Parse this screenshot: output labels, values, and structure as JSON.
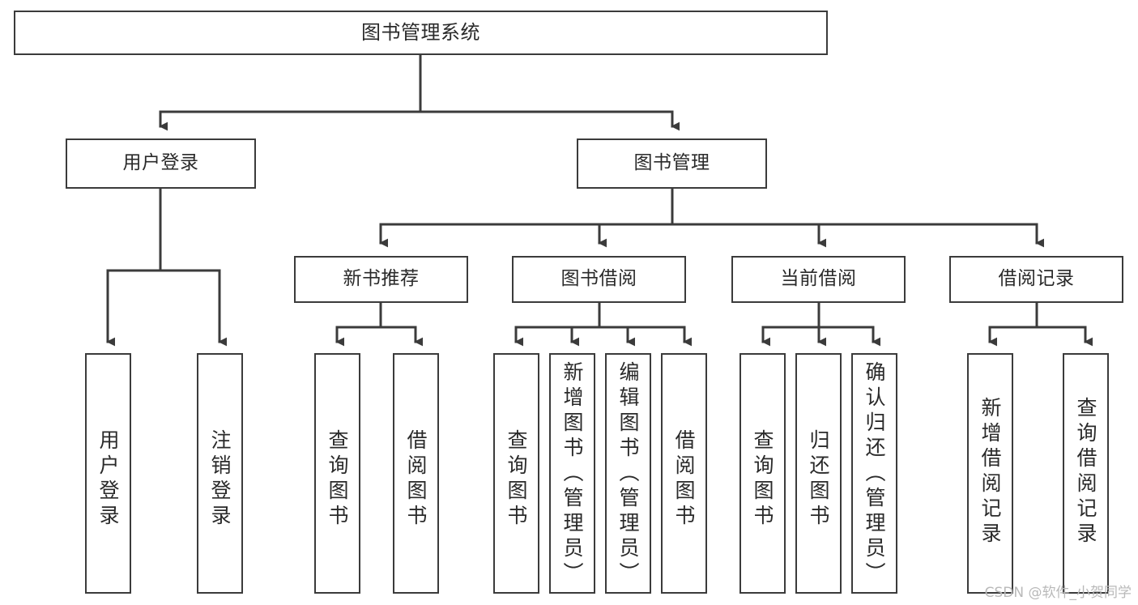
{
  "diagram": {
    "type": "tree",
    "title": "图书管理系统",
    "orientation": "top-down",
    "edge_style": "orthogonal-elbow-with-arrowheads",
    "colors": {
      "box_border": "#3b3b3b",
      "box_fill": "#ffffff",
      "edge": "#3b3b3b",
      "text": "#2a2a2a",
      "watermark": "#b9b9b9",
      "background": "#ffffff"
    }
  },
  "watermark": {
    "text": "CSDN @软件_小贺同学"
  },
  "nodes": {
    "root": {
      "label": "图书管理系统"
    },
    "level1": [
      {
        "id": "user-login",
        "label": "用户登录"
      },
      {
        "id": "book-manage",
        "label": "图书管理"
      }
    ],
    "level2": [
      {
        "id": "new-book-recommend",
        "label": "新书推荐"
      },
      {
        "id": "book-borrow",
        "label": "图书借阅"
      },
      {
        "id": "current-borrow",
        "label": "当前借阅"
      },
      {
        "id": "borrow-record",
        "label": "借阅记录"
      }
    ],
    "leaves": {
      "user-login": [
        {
          "id": "leaf-user-login",
          "label": "用户登录"
        },
        {
          "id": "leaf-logout-login",
          "label": "注销登录"
        }
      ],
      "new-book-recommend": [
        {
          "id": "leaf-query-book-1",
          "label": "查询图书"
        },
        {
          "id": "leaf-borrow-book-1",
          "label": "借阅图书"
        }
      ],
      "book-borrow": [
        {
          "id": "leaf-query-book-2",
          "label": "查询图书"
        },
        {
          "id": "leaf-add-book-admin",
          "label": "新增图书（管理员）"
        },
        {
          "id": "leaf-edit-book-admin",
          "label": "编辑图书（管理员）"
        },
        {
          "id": "leaf-borrow-book-2",
          "label": "借阅图书"
        }
      ],
      "current-borrow": [
        {
          "id": "leaf-query-book-3",
          "label": "查询图书"
        },
        {
          "id": "leaf-return-book",
          "label": "归还图书"
        },
        {
          "id": "leaf-confirm-return-admin",
          "label": "确认归还（管理员）"
        }
      ],
      "borrow-record": [
        {
          "id": "leaf-add-borrow-record",
          "label": "新增借阅记录"
        },
        {
          "id": "leaf-query-borrow-record",
          "label": "查询借阅记录"
        }
      ]
    }
  }
}
